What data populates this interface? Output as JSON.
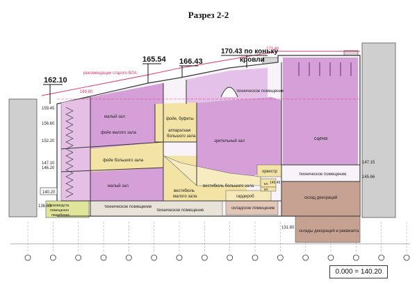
{
  "title": "Разрез 2-2",
  "zero_mark": "0.000 = 140.20",
  "elevations": {
    "e162": "162.10",
    "e165": "165.54",
    "e166": "166.43",
    "e170a": "170.43 по коньку",
    "e170b": "кровли",
    "e_pink1": "173.40",
    "e_pink2": "169.80",
    "note": "рекомендации старого ВЛА",
    "l159": "159.45",
    "l156": "156.60",
    "l152": "152.20",
    "l147": "147.10",
    "l146": "146.20",
    "l140": "140.20",
    "l136": "136.60",
    "l131": "131.80",
    "r147": "147.15",
    "r145": "145.66",
    "s145": "145.45"
  },
  "rooms": {
    "small_hall": "малый зал",
    "foyer_small": "фойе малого зала",
    "foyer_big": "фойе большого зала",
    "small_hall2": "малый зал",
    "tech_left": "техническое помещение",
    "foyer_buffets": "фойе, буфеты",
    "apparatnaya": "аппаратная",
    "apparatnaya2": "большого зала",
    "auditorium": "зрительный зал",
    "tech_top": "техническое помещение",
    "scene": "сцена",
    "orchestra": "оркестр",
    "tech_right": "техническое помещение",
    "vest_big": "вестибюль большого зала",
    "vest_small1": "вестибюль",
    "vest_small2": "малого зала",
    "tech_bottom": "техническое помещение",
    "decor_storage": "склад декораций",
    "warehouse": "складское помещение",
    "garderob": "гардероб",
    "decor_props": "склады декораций и реквизита",
    "production1": "производств.",
    "production2": "помещения",
    "production3": "пищеблока",
    "mini1": "кл.",
    "mini2": "кл."
  },
  "axis_count": 16,
  "colors": {
    "pink": "#d59fd8",
    "pink_dark": "#b779c0",
    "yellow": "#f3e3a4",
    "brown": "#c7a191",
    "green": "#dfe59a",
    "gray": "#cfcfcf",
    "line": "#333333",
    "red": "#e0306d"
  }
}
